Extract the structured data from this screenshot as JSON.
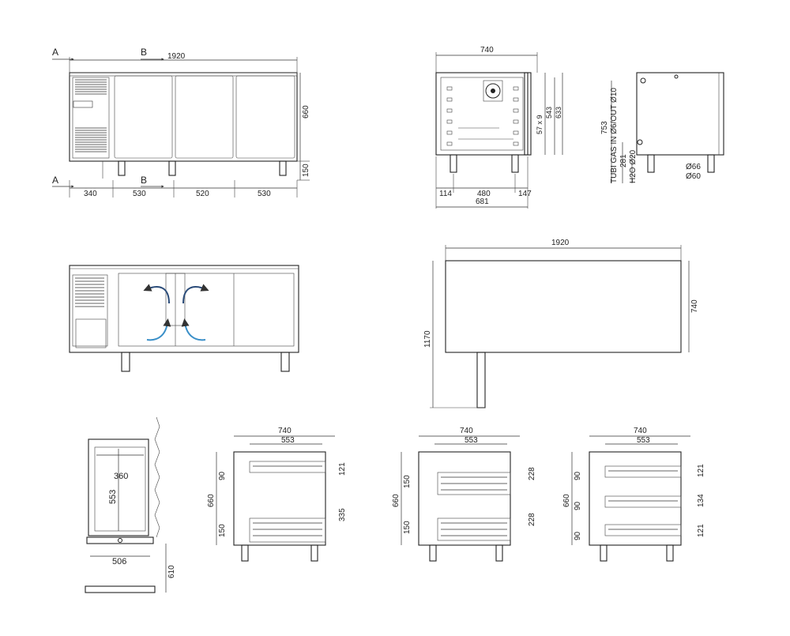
{
  "views": {
    "front": {
      "section_a": "A",
      "section_b": "B",
      "overall_width": "1920",
      "segments": [
        "340",
        "530",
        "520",
        "530"
      ],
      "height_total": "660",
      "height_feet": "150"
    },
    "side": {
      "depth": "740",
      "inner_dims": [
        "57 x 9",
        "543",
        "633"
      ],
      "bottom_segments": [
        "114",
        "480",
        "147"
      ],
      "bottom_total": "681"
    },
    "connections": {
      "height": "753",
      "gas_label": "TUBI GAS IN Ø6/OUT Ø10",
      "water_label": "H2O Ø20",
      "water_height": "281",
      "diameters": [
        "Ø66",
        "Ø60"
      ]
    },
    "top": {
      "width": "1920",
      "depth": "740",
      "total_depth": "1170"
    },
    "tray": {
      "width": "360",
      "height": "553",
      "bottom_width": "506",
      "bottom_height": "610"
    },
    "drawer_sections": [
      {
        "width": "740",
        "inner": "553",
        "height": "660",
        "left_dims": [
          "90",
          "150"
        ],
        "right_dims": [
          "121",
          "335"
        ]
      },
      {
        "width": "740",
        "inner": "553",
        "height": "660",
        "left_dims": [
          "150",
          "150"
        ],
        "right_dims": [
          "228",
          "228"
        ]
      },
      {
        "width": "740",
        "inner": "553",
        "height": "660",
        "left_dims": [
          "90",
          "90",
          "90"
        ],
        "right_dims": [
          "121",
          "134",
          "121"
        ]
      }
    ]
  }
}
